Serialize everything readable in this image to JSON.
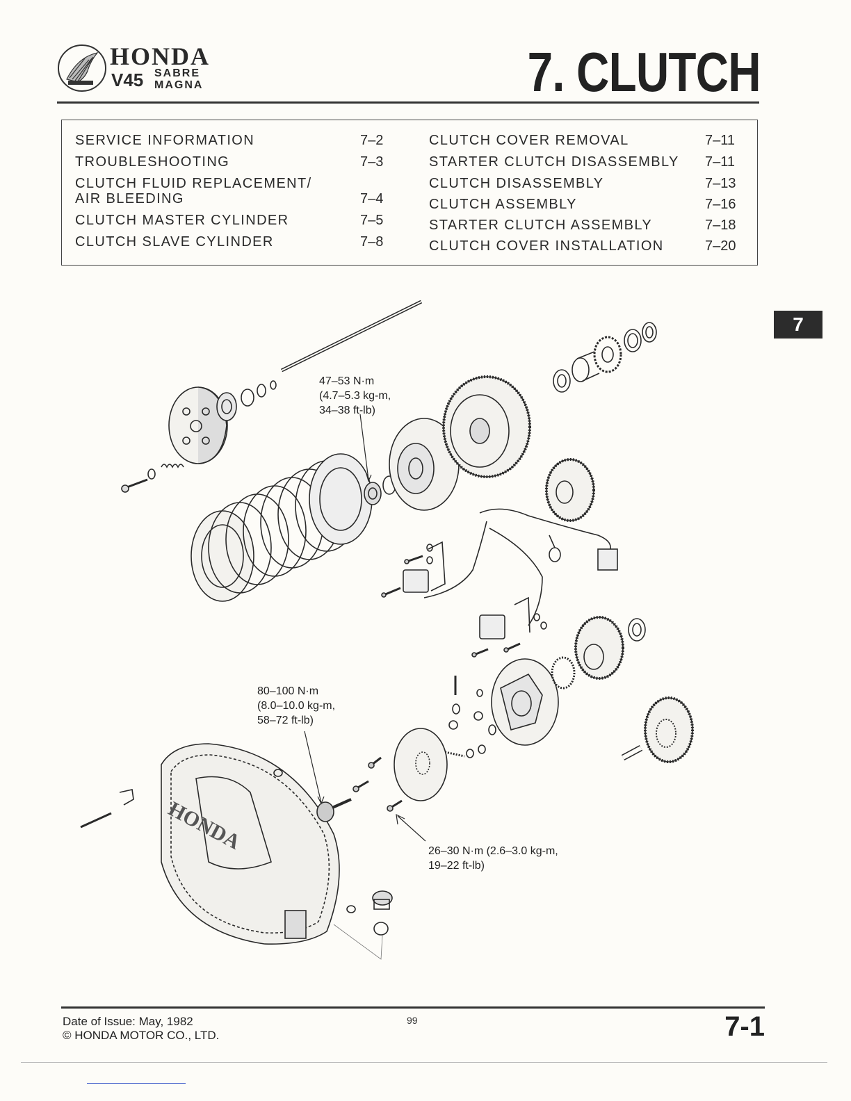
{
  "header": {
    "brand": "HONDA",
    "model": "V45",
    "variants": [
      "SABRE",
      "MAGNA"
    ],
    "chapter_title": "7. CLUTCH"
  },
  "toc": {
    "left": [
      {
        "lines": [
          "SERVICE INFORMATION"
        ],
        "page": "7–2"
      },
      {
        "lines": [
          "TROUBLESHOOTING"
        ],
        "page": "7–3"
      },
      {
        "lines": [
          "CLUTCH FLUID REPLACEMENT/",
          "AIR BLEEDING"
        ],
        "page": "7–4"
      },
      {
        "lines": [
          "CLUTCH MASTER CYLINDER"
        ],
        "page": "7–5"
      },
      {
        "lines": [
          "CLUTCH SLAVE CYLINDER"
        ],
        "page": "7–8"
      }
    ],
    "right": [
      {
        "label": "CLUTCH COVER REMOVAL",
        "page": "7–11"
      },
      {
        "label": "STARTER CLUTCH DISASSEMBLY",
        "page": "7–11"
      },
      {
        "label": "CLUTCH DISASSEMBLY",
        "page": "7–13"
      },
      {
        "label": "CLUTCH ASSEMBLY",
        "page": "7–16"
      },
      {
        "label": "STARTER CLUTCH ASSEMBLY",
        "page": "7–18"
      },
      {
        "label": "CLUTCH COVER INSTALLATION",
        "page": "7–20"
      }
    ]
  },
  "side_tab": "7",
  "diagram": {
    "torque_center_nut": [
      "47–53 N·m",
      "(4.7–5.3 kg-m,",
      "34–38 ft-lb)"
    ],
    "torque_bolt": [
      "80–100 N·m",
      "(8.0–10.0 kg-m,",
      "58–72 ft-lb)"
    ],
    "torque_small_bolt": [
      "26–30 N·m (2.6–3.0 kg-m,",
      "19–22 ft-lb)"
    ],
    "cover_brand": "HONDA"
  },
  "footer": {
    "issue_date": "Date of Issue: May, 1982",
    "copyright": "© HONDA MOTOR CO., LTD.",
    "page_number": "99",
    "section_page": "7-1"
  }
}
